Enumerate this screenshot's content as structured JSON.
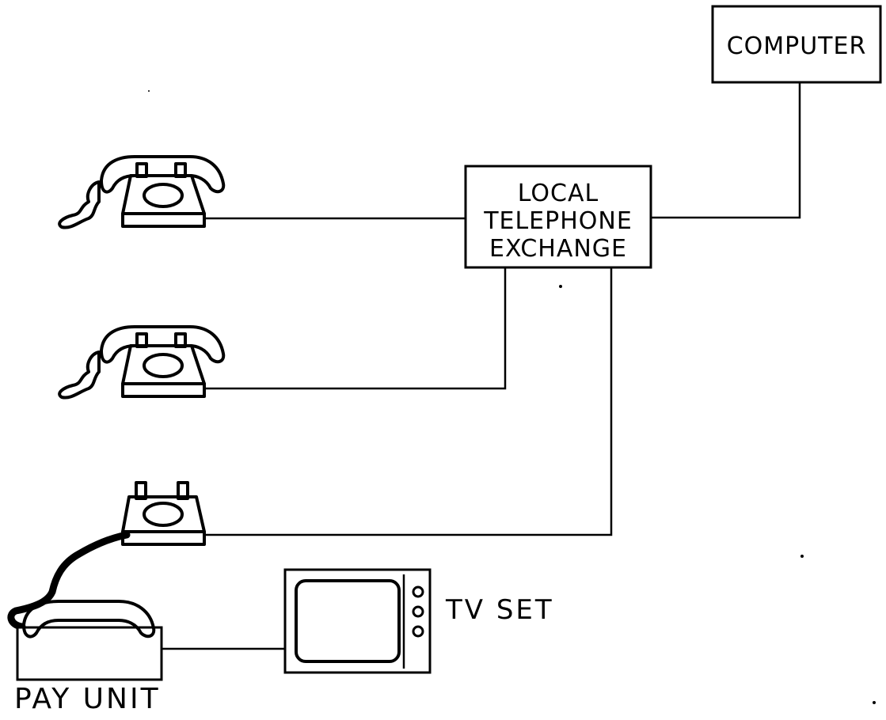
{
  "nodes": {
    "computer": {
      "label": "COMPUTER"
    },
    "exchange": {
      "lines": [
        "LOCAL",
        "TELEPHONE",
        "EXCHANGE"
      ]
    },
    "tv": {
      "label": "TV SET"
    },
    "pay_unit": {
      "label": "PAY UNIT"
    }
  },
  "icons": [
    "telephone-icon",
    "telephone-icon",
    "telephone-base-icon",
    "handset-icon",
    "tv-icon"
  ],
  "connections": [
    {
      "from": "exchange",
      "to": "computer"
    },
    {
      "from": "telephone-1",
      "to": "exchange"
    },
    {
      "from": "telephone-2",
      "to": "exchange"
    },
    {
      "from": "telephone-3",
      "to": "exchange"
    },
    {
      "from": "pay-unit",
      "to": "tv"
    }
  ]
}
